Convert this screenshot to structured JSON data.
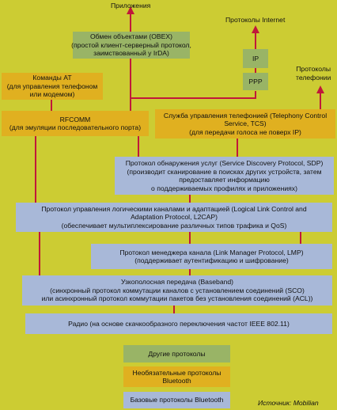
{
  "labels": {
    "apps": "Приложения",
    "internet": "Протоколы Internet",
    "telephony": [
      "Протоколы",
      "телефонии"
    ],
    "source": "Источник: Mobilian"
  },
  "boxes": {
    "obex": [
      "Обмен объектами (OBEX)",
      "(простой клиент-серверный протокол,",
      "заимствованный у IrDA)"
    ],
    "ip": "IP",
    "ppp": "PPP",
    "at": [
      "Команды AT",
      "(для управления телефоном",
      "или модемом)"
    ],
    "rfcomm": [
      "RFCOMM",
      "(для эмуляции последовательного порта)"
    ],
    "tcs": [
      "Служба управления телефонией (Telephony Control",
      "Service, TCS)",
      "(для передачи голоса не поверх IP)"
    ],
    "sdp": [
      "Протокол обнаружения услуг (Service Discovery Protocol, SDP)",
      "(производит сканирование в поисках других устройств, затем",
      "предоставляет информацию",
      "о поддерживаемых профилях и приложениях)"
    ],
    "l2cap": [
      "Протокол управления логическими каналами и адаптацией (Logical Link Control and",
      "Adaptation Protocol, L2CAP)",
      "(обеспечивает мультиплексирование различных типов трафика и QoS)"
    ],
    "lmp": [
      "Протокол менеджера канала (Link Manager Protocol, LMP)",
      "(поддерживает аутентификацию и шифрование)"
    ],
    "baseband": [
      "Узкополосная передача (Baseband)",
      "(синхронный протокол коммутации каналов с установлением соединений (SCO)",
      "или асинхронный протокол коммутации пакетов без установления соединений (ACL))"
    ],
    "radio": "Радио (на основе скачкообразного переключения частот IEEE 802.11)"
  },
  "legend": {
    "other": "Другие протоколы",
    "optional": [
      "Необязательные протоколы",
      "Bluetooth"
    ],
    "base": "Базовые протоколы Bluetooth"
  },
  "colors": {
    "background": "#cccc33",
    "other_protocols": "#99b466",
    "optional_protocols": "#e0b020",
    "base_protocols": "#a8b8d8",
    "connector": "#c0183a"
  }
}
